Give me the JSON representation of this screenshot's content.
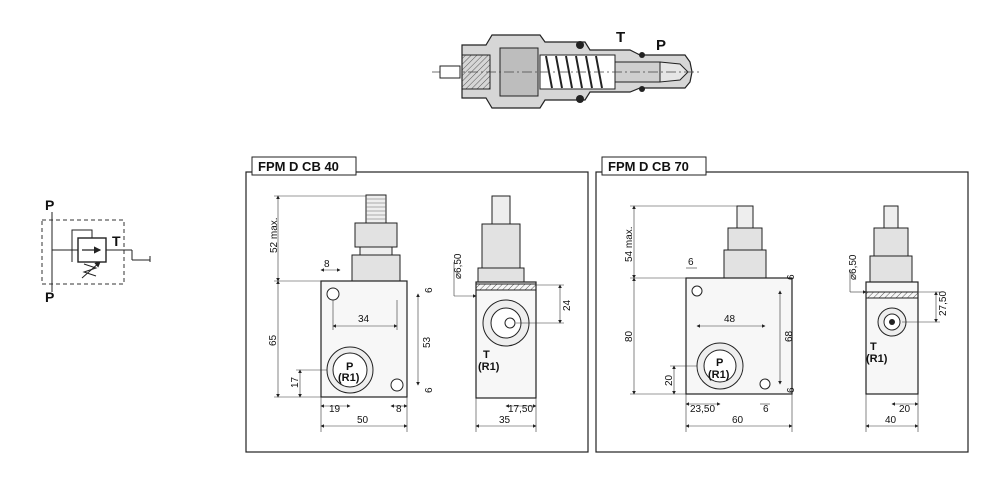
{
  "schematic": {
    "port_top": "P",
    "port_bottom": "P",
    "port_side": "T"
  },
  "section": {
    "port_t": "T",
    "port_p": "P"
  },
  "panel_40": {
    "title": "FPM D CB 40",
    "front": {
      "height_max": "52 max.",
      "d8": "8",
      "d65": "65",
      "d34": "34",
      "d53": "53",
      "d6a": "6",
      "d6b": "6",
      "d17": "17",
      "d19": "19",
      "d8b": "8",
      "d50": "50",
      "port": "P",
      "port_code": "(R1)"
    },
    "side": {
      "dia": "⌀6,50",
      "d24": "24",
      "port": "T",
      "port_code": "(R1)",
      "d1750": "17,50",
      "d35": "35"
    }
  },
  "panel_70": {
    "title": "FPM D CB 70",
    "front": {
      "height_max": "54 max.",
      "d6": "6",
      "d6r": "6",
      "d80": "80",
      "d48": "48",
      "d68": "68",
      "d6c": "6",
      "d20": "20",
      "d2350": "23,50",
      "d6d": "6",
      "d60": "60",
      "port": "P",
      "port_code": "(R1)"
    },
    "side": {
      "dia": "⌀6,50",
      "d2750": "27,50",
      "port": "T",
      "port_code": "(R1)",
      "d20": "20",
      "d40": "40"
    }
  }
}
